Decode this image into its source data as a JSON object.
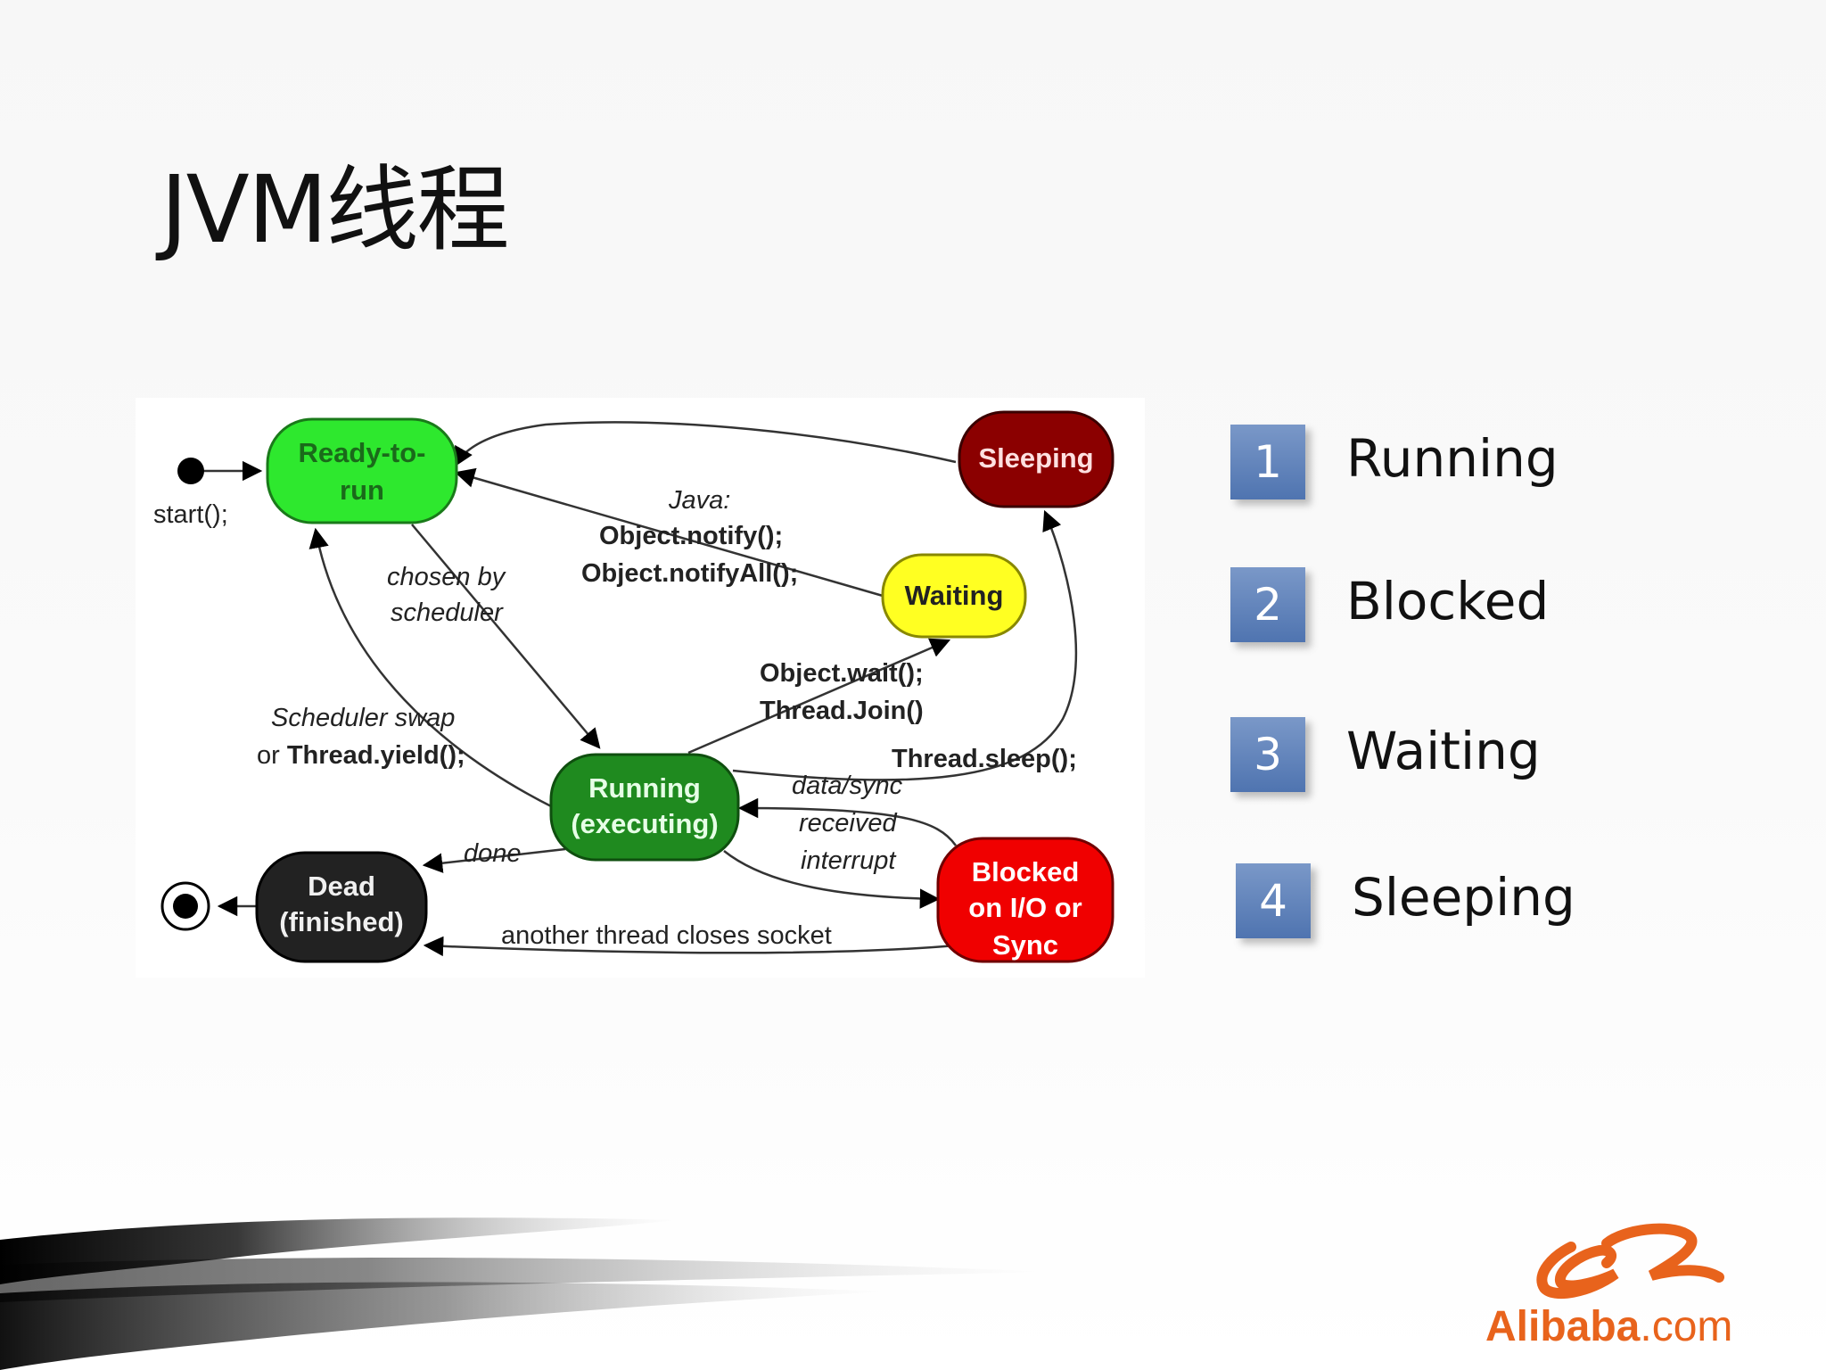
{
  "title": "JVM线程",
  "diagram": {
    "states": {
      "ready": [
        "Ready-to-",
        "run"
      ],
      "running": [
        "Running",
        "(executing)"
      ],
      "waiting": [
        "Waiting"
      ],
      "sleeping": [
        "Sleeping"
      ],
      "blocked": [
        "Blocked",
        "on I/O or",
        "Sync"
      ],
      "dead": [
        "Dead",
        "(finished)"
      ]
    },
    "labels": {
      "start": "start();",
      "chosen": [
        "chosen by",
        "scheduler"
      ],
      "java": "Java:",
      "notify": "Object.notify();",
      "notify_all": "Object.notifyAll();",
      "wait": "Object.wait();",
      "join": "Thread.Join()",
      "sched_swap": "Scheduler swap",
      "yield_prefix": "or ",
      "yield": "Thread.yield();",
      "sleep": "Thread.sleep();",
      "data_sync": [
        "data/sync",
        "received"
      ],
      "interrupt": "interrupt",
      "done": "done",
      "closes_socket": "another thread closes socket"
    },
    "colors": {
      "ready": "#2ee82e",
      "running": "#1f8a1f",
      "waiting": "#ffff22",
      "sleeping": "#8b0000",
      "blocked": "#f00000",
      "dead": "#222222"
    }
  },
  "list": [
    {
      "num": "1",
      "label": "Running"
    },
    {
      "num": "2",
      "label": "Blocked"
    },
    {
      "num": "3",
      "label": "Waiting"
    },
    {
      "num": "4",
      "label": "Sleeping"
    }
  ],
  "logo": {
    "name": "Alibaba",
    "suffix": ".com"
  }
}
